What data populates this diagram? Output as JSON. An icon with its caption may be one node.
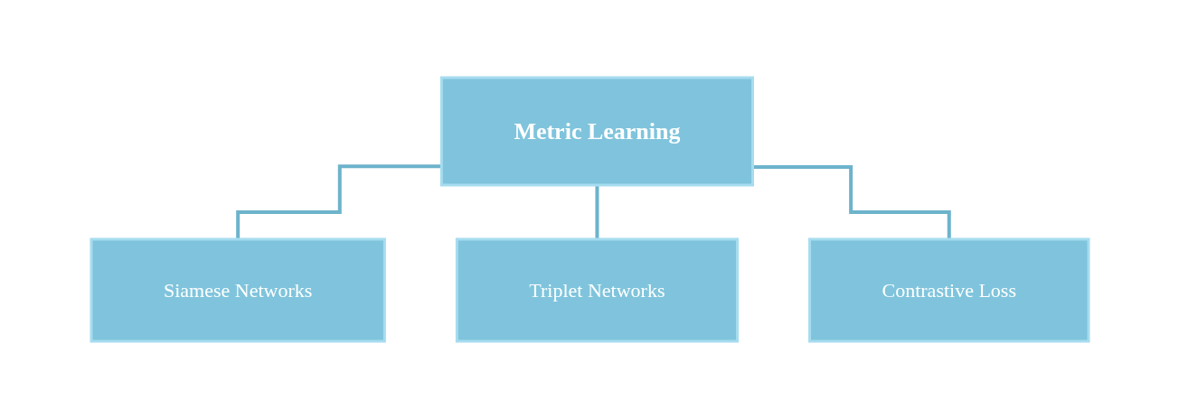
{
  "diagram": {
    "nodes": [
      {
        "text": [
          "Metric Learning"
        ]
      },
      {
        "text": [
          "Siamese Networks"
        ]
      },
      {
        "text": [
          "Triplet Networks"
        ]
      },
      {
        "text": [
          "Contrastive Loss"
        ]
      }
    ],
    "edges": [
      {
        "from": 0,
        "to": 1,
        "arrow": "none"
      },
      {
        "from": 0,
        "to": 2,
        "arrow": "none"
      },
      {
        "from": 0,
        "to": 3,
        "arrow": "none"
      }
    ]
  }
}
